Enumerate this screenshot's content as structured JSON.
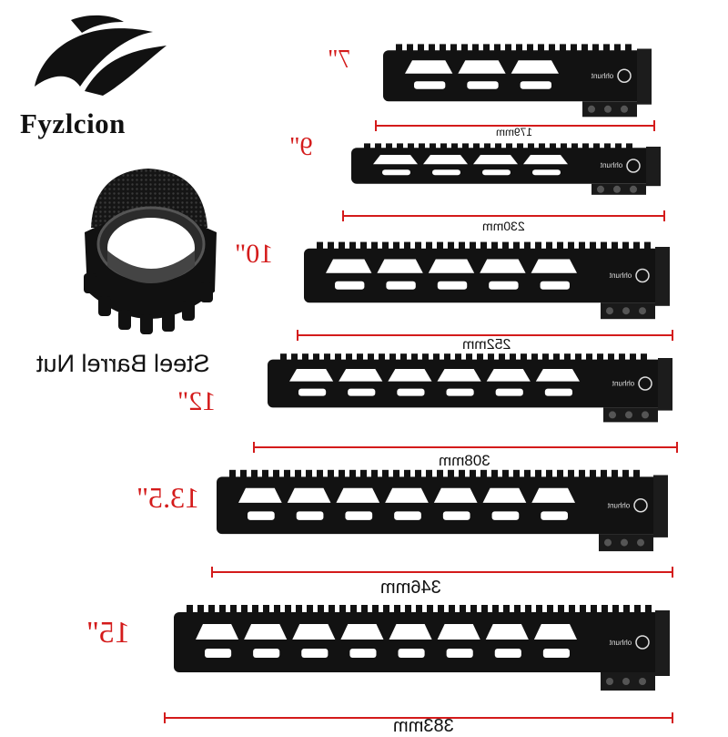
{
  "brand": {
    "name": "Fyzlcion"
  },
  "barrel_nut": {
    "label": "Steel Barrel Nut"
  },
  "rails": [
    {
      "size": "7\"",
      "length": "179mm",
      "marking": "ohhunt"
    },
    {
      "size": "9\"",
      "length": "230mm",
      "marking": "ohhunt"
    },
    {
      "size": "10\"",
      "length": "252mm",
      "marking": "ohhunt"
    },
    {
      "size": "12\"",
      "length": "308mm",
      "marking": "ohhunt"
    },
    {
      "size": "13.5\"",
      "length": "346mm",
      "marking": "ohhunt"
    },
    {
      "size": "15\"",
      "length": "383mm",
      "marking": "ohhunt"
    }
  ],
  "colors": {
    "accent": "#d41b1b",
    "product": "#111111"
  }
}
